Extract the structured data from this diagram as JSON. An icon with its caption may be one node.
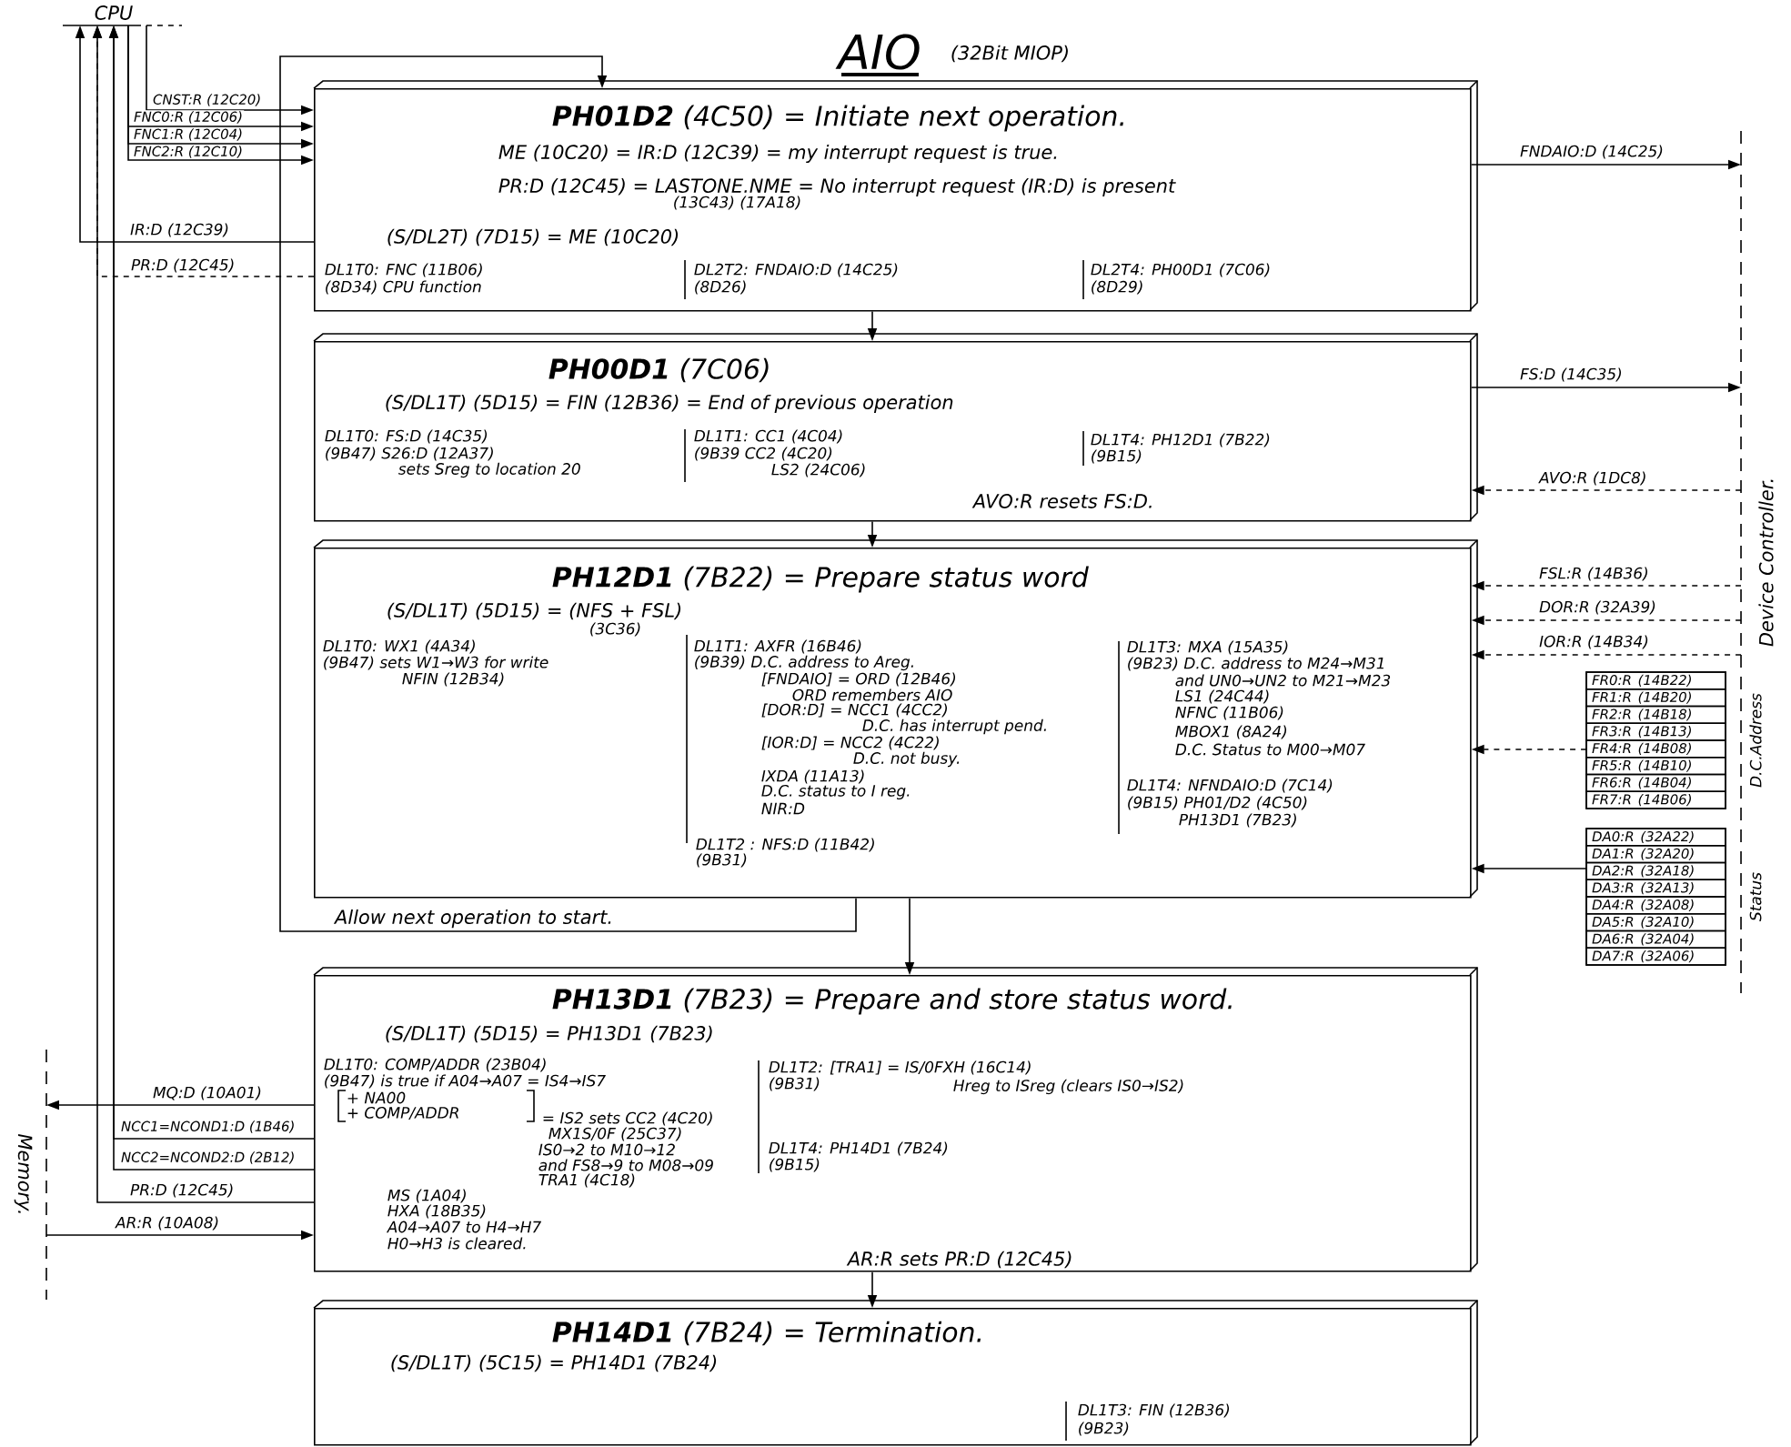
{
  "diagram": {
    "title": "AIO",
    "nodes": [
      {
        "text": [
          "CPU"
        ]
      },
      {
        "text": [
          "**PH01D2** (4C50) = Initiate next operation.",
          "ME (10C20) = IR:D (12C39) = my interrupt request is true.",
          "PR:D (12C45) = LASTONE.NME = No interrupt request (IR:D) is present",
          "(13C43) (17A18)",
          "(S/DL2T) (7D15) = ME (10C20)",
          "DL1T0: FNC (11B06)",
          "(8D34) CPU function",
          "DL2T2: FNDAIO:D (14C25)",
          "(8D26)",
          "DL2T4: PH00D1 (7C06)",
          "(8D29)"
        ]
      },
      {
        "text": [
          "**PH00D1** (7C06)",
          "(S/DL1T) (5D15) = FIN (12B36) = End of previous operation",
          "DL1T0: FS:D (14C35)",
          "(9B47) S26:D (12A37)",
          "sets Sreg to location 20",
          "DL1T1: CC1 (4C04)",
          "(9B39 CC2 (4C20)",
          "LS2 (24C06)",
          "DL1T4: PH12D1 (7B22)",
          "(9B15)",
          "AVO:R resets FS:D."
        ]
      },
      {
        "text": [
          "**PH12D1** (7B22) = Prepare status word",
          "(S/DL1T) (5D15) = (NFS + FSL)",
          "(3C36)",
          "DL1T0: WX1 (4A34)",
          "(9B47) sets W1→W3 for write",
          "NFIN (12B34)",
          "DL1T1: AXFR (16B46)",
          "(9B39) D.C. address to Areg.",
          "[FNDAIO] = ORD (12B46)",
          "ORD remembers AIO",
          "[DOR:D] = NCC1 (4CC2)",
          "D.C. has interrupt pend.",
          "[IOR:D] = NCC2 (4C22)",
          "D.C. not busy.",
          "IXDA (11A13)",
          "D.C. status to I reg.",
          "NIR:D",
          "DL1T2 : NFS:D (11B42)",
          "(9B31)",
          "DL1T3: MXA (15A35)",
          "(9B23) D.C. address to M24→M31",
          "and UN0→UN2 to M21→M23",
          "LS1 (24C44)",
          "NFNC (11B06)",
          "MBOX1 (8A24)",
          "D.C. Status to M00→M07",
          "DL1T4: NFNDAIO:D (7C14)",
          "(9B15) PH01/D2 (4C50)",
          "PH13D1 (7B23)"
        ]
      },
      {
        "text": [
          "**PH13D1** (7B23) = Prepare and store status word.",
          "(S/DL1T) (5D15) = PH13D1 (7B23)",
          "DL1T0: COMP/ADDR (23B04)",
          "(9B47) is true if A04→A07 = IS4→IS7",
          "+ NA00",
          "+ COMP/ADDR",
          "= IS2 sets CC2 (4C20)",
          "MX1S/0F (25C37)",
          "IS0→2 to M10→12",
          "and FS8→9 to M08→09",
          "TRA1 (4C18)",
          "MS (1A04)",
          "HXA (18B35)",
          "A04→A07 to H4→H7",
          "H0→H3 is cleared.",
          "DL1T2: [TRA1] = IS/0FXH (16C14)",
          "(9B31)",
          "Hreg to ISreg (clears IS0→IS2)",
          "DL1T4: PH14D1 (7B24)",
          "(9B15)",
          "AR:R sets PR:D (12C45)"
        ]
      },
      {
        "text": [
          "**PH14D1** (7B24) = Termination.",
          "(S/DL1T) (5C15) = PH14D1 (7B24)",
          "DL1T3: FIN (12B36)",
          "(9B23)"
        ]
      },
      {
        "text": [
          "Device Controller."
        ]
      },
      {
        "text": [
          "Memory."
        ]
      },
      {
        "text": [],
        "shape": "box"
      },
      {
        "text": [
          "FR0:R (14B22)"
        ],
        "in": 8
      },
      {
        "text": [
          "FR1:R (14B20)"
        ],
        "in": 8
      },
      {
        "text": [
          "FR2:R (14B18)"
        ],
        "in": 8
      },
      {
        "text": [
          "FR3:R (14B13)"
        ],
        "in": 8
      },
      {
        "text": [
          "FR4:R (14B08)"
        ],
        "in": 8
      },
      {
        "text": [
          "FR5:R (14B10)"
        ],
        "in": 8
      },
      {
        "text": [
          "FR6:R (14B04)"
        ],
        "in": 8
      },
      {
        "text": [
          "FR7:R (14B06)"
        ],
        "in": 8
      },
      {
        "text": [],
        "shape": "box"
      },
      {
        "text": [
          "DA0:R (32A22)"
        ],
        "in": 17
      },
      {
        "text": [
          "DA1:R (32A20)"
        ],
        "in": 17
      },
      {
        "text": [
          "DA2:R (32A18)"
        ],
        "in": 17
      },
      {
        "text": [
          "DA3:R (32A13)"
        ],
        "in": 17
      },
      {
        "text": [
          "DA4:R (32A08)"
        ],
        "in": 17
      },
      {
        "text": [
          "DA5:R (32A10)"
        ],
        "in": 17
      },
      {
        "text": [
          "DA6:R (32A04)"
        ],
        "in": 17
      },
      {
        "text": [
          "DA7:R (32A06)"
        ],
        "in": 17
      }
    ],
    "edges": [
      {
        "from": 0,
        "to": 1,
        "arrow": "to",
        "label": "CNST:R (12C20)"
      },
      {
        "from": 0,
        "to": 1,
        "arrow": "to",
        "label": "FNC0:R (12C06)"
      },
      {
        "from": 0,
        "to": 1,
        "arrow": "to",
        "label": "FNC1:R (12C04)"
      },
      {
        "from": 0,
        "to": 1,
        "arrow": "to",
        "label": "FNC2:R (12C10)"
      },
      {
        "from": 1,
        "to": 0,
        "arrow": "to",
        "label": "IR:D (12C39)"
      },
      {
        "from": 1,
        "to": 0,
        "arrow": "to",
        "label": "PR:D (12C45)",
        "style": "dashed"
      },
      {
        "from": 3,
        "to": 1,
        "arrow": "to",
        "label": "Allow next operation to start."
      },
      {
        "from": 1,
        "to": 2,
        "arrow": "to"
      },
      {
        "from": 2,
        "to": 3,
        "arrow": "to"
      },
      {
        "from": 3,
        "to": 4,
        "arrow": "to"
      },
      {
        "from": 4,
        "to": 5,
        "arrow": "to"
      },
      {
        "from": 1,
        "to": 6,
        "arrow": "to",
        "label": "FNDAIO:D (14C25)"
      },
      {
        "from": 2,
        "to": 6,
        "arrow": "to",
        "label": "FS:D (14C35)"
      },
      {
        "from": 6,
        "to": 2,
        "arrow": "to",
        "label": "AVO:R (1DC8)",
        "style": "dashed"
      },
      {
        "from": 6,
        "to": 3,
        "arrow": "to",
        "label": "FSL:R (14B36)",
        "style": "dashed"
      },
      {
        "from": 6,
        "to": 3,
        "arrow": "to",
        "label": "DOR:R (32A39)",
        "style": "dashed"
      },
      {
        "from": 6,
        "to": 3,
        "arrow": "to",
        "label": "IOR:R (14B34)",
        "style": "dashed"
      },
      {
        "from": 8,
        "to": 3,
        "arrow": "to",
        "style": "dashed"
      },
      {
        "from": 17,
        "to": 3,
        "arrow": "to"
      },
      {
        "from": 4,
        "to": 7,
        "arrow": "to",
        "label": "MQ:D (10A01)"
      },
      {
        "from": 4,
        "to": 0,
        "arrow": "to",
        "label": "NCC1=NCOND1:D (1B46)"
      },
      {
        "from": 4,
        "to": 0,
        "arrow": "to",
        "label": "NCC2=NCOND2:D (2B12)"
      },
      {
        "from": 4,
        "to": 0,
        "arrow": "to",
        "label": "PR:D (12C45)"
      },
      {
        "from": 7,
        "to": 4,
        "arrow": "to",
        "label": "AR:R (10A08)"
      }
    ],
    "labels": [
      "(32Bit MIOP)",
      "D.C.Address",
      "Status"
    ]
  }
}
